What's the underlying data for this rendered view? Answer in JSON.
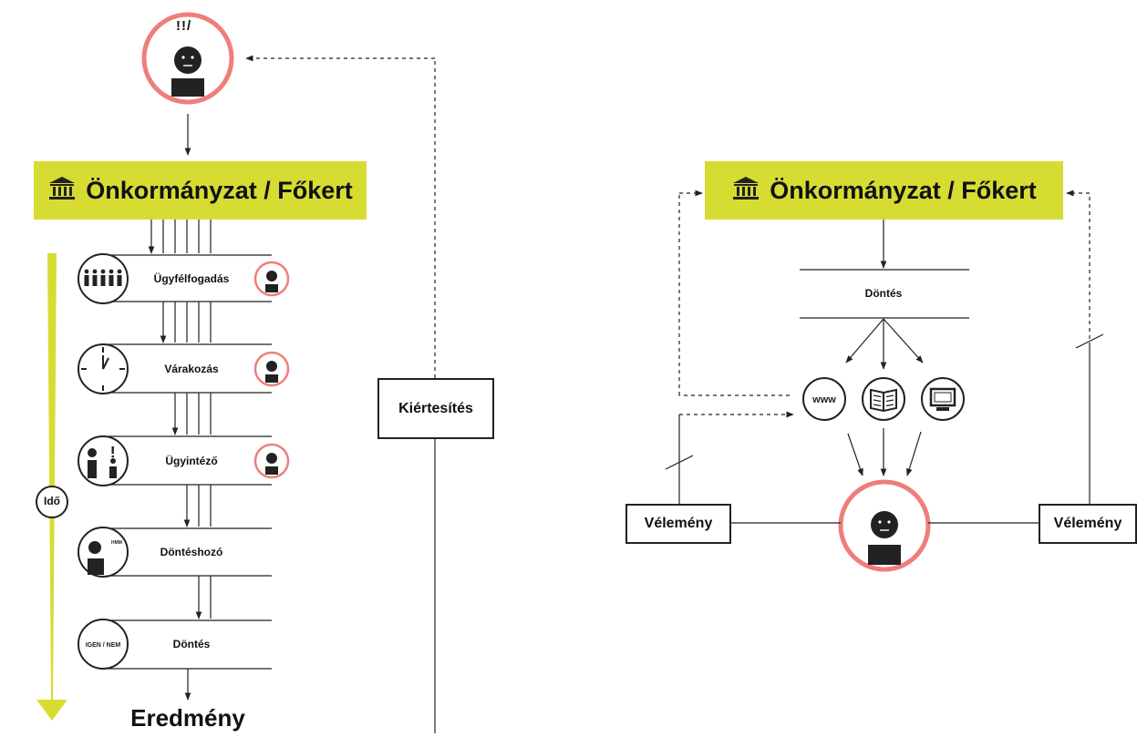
{
  "colors": {
    "banner": "#d7dc33",
    "pink_ring": "#ef7e7b",
    "ink": "#222222",
    "arrow_yellow": "#d7dc33"
  },
  "left_flow": {
    "top_person_marks": "!!/",
    "banner_label": "Önkormányzat / Főkert",
    "steps": [
      {
        "label": "Ügyfélfogadás",
        "icon": "people-queue-icon"
      },
      {
        "label": "Várakozás",
        "icon": "clock-icon"
      },
      {
        "label": "Ügyintéző",
        "icon": "clerk-icon"
      },
      {
        "label": "Döntéshozó",
        "icon": "decision-maker-icon",
        "icon_text": "HMM"
      },
      {
        "label": "Döntés",
        "icon": "yes-no-icon",
        "icon_text": "IGEN / NEM"
      }
    ],
    "time_label": "Idő",
    "result_label": "Eredmény"
  },
  "notification_label": "Kiértesítés",
  "right_flow": {
    "banner_label": "Önkormányzat / Főkert",
    "decision_label": "Döntés",
    "channels": [
      {
        "icon": "www-icon",
        "text": "www"
      },
      {
        "icon": "newspaper-icon"
      },
      {
        "icon": "monitor-icon"
      }
    ],
    "opinion_left": "Vélemény",
    "opinion_right": "Vélemény"
  }
}
